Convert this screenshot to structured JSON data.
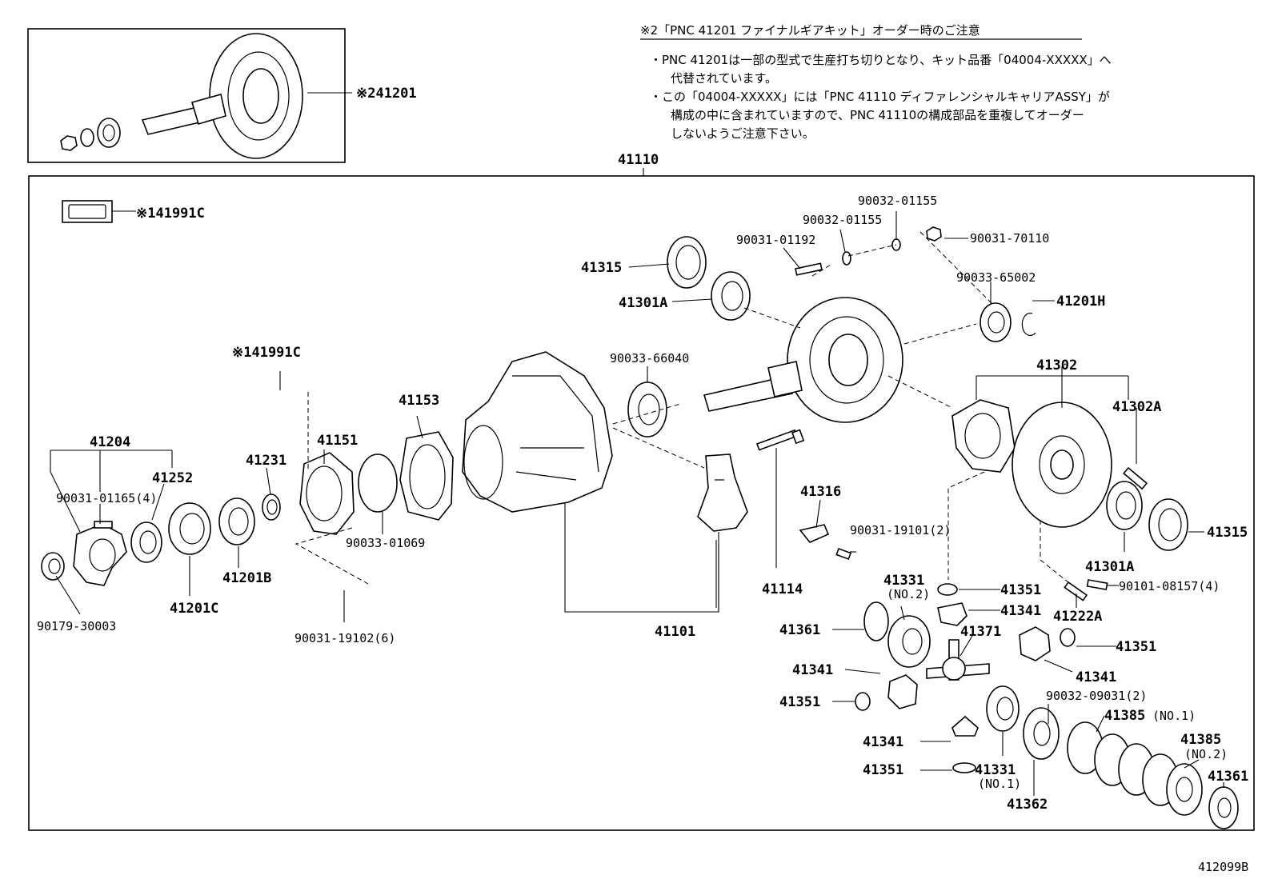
{
  "note": {
    "heading": "※2「PNC 41201 ファイナルギアキット」オーダー時のご注意",
    "lines": [
      "・PNC 41201は一部の型式で生産打ち切りとなり、キット品番「04004-XXXXX」へ",
      "代替されています。",
      "・この「04004-XXXXX」には「PNC 41110 ディファレンシャルキャリアASSY」が",
      "構成の中に含まれていますので、PNC 41110の構成部品を重複してオーダー",
      "しないようご注意下さい。"
    ]
  },
  "inset": {
    "label": "※241201"
  },
  "main": {
    "label": "41110"
  },
  "figure_id": "412099B",
  "labels": {
    "l141991c_top": "※141991C",
    "l141991c_mid": "※141991C",
    "p41204": "41204",
    "p41252": "41252",
    "p90031_01165": "90031-01165(4)",
    "p90179_30003": "90179-30003",
    "p41201c": "41201C",
    "p41231": "41231",
    "p41201b": "41201B",
    "p41151": "41151",
    "p90031_19102": "90031-19102(6)",
    "p41153": "41153",
    "p90033_01069": "90033-01069",
    "p41315_top": "41315",
    "p41301a_top": "41301A",
    "p90031_01192": "90031-01192",
    "p90032_01155_a": "90032-01155",
    "p90032_01155_b": "90032-01155",
    "p90031_70110": "90031-70110",
    "p90033_65002": "90033-65002",
    "p41201h": "41201H",
    "p90033_66040": "90033-66040",
    "p41302": "41302",
    "p41302a": "41302A",
    "p41315_right": "41315",
    "p41301a_right": "41301A",
    "p90101_08157": "90101-08157(4)",
    "p41222a": "41222A",
    "p41316": "41316",
    "p90031_19101": "90031-19101(2)",
    "p41114": "41114",
    "p41101": "41101",
    "p41331_no2": "41331",
    "p41331_no2_sub": "(NO.2)",
    "p41351_a": "41351",
    "p41341_a": "41341",
    "p41361_left": "41361",
    "p41371": "41371",
    "p41351_b": "41351",
    "p41341_b": "41341",
    "p41341_c": "41341",
    "p41351_c": "41351",
    "p90032_09031": "90032-09031(2)",
    "p41385_no1": "41385",
    "p41385_no1_sub": "(NO.1)",
    "p41385_no2": "41385",
    "p41385_no2_sub": "(NO.2)",
    "p41341_d": "41341",
    "p41351_d": "41351",
    "p41331_no1": "41331",
    "p41331_no1_sub": "(NO.1)",
    "p41362": "41362",
    "p41361_right": "41361"
  }
}
